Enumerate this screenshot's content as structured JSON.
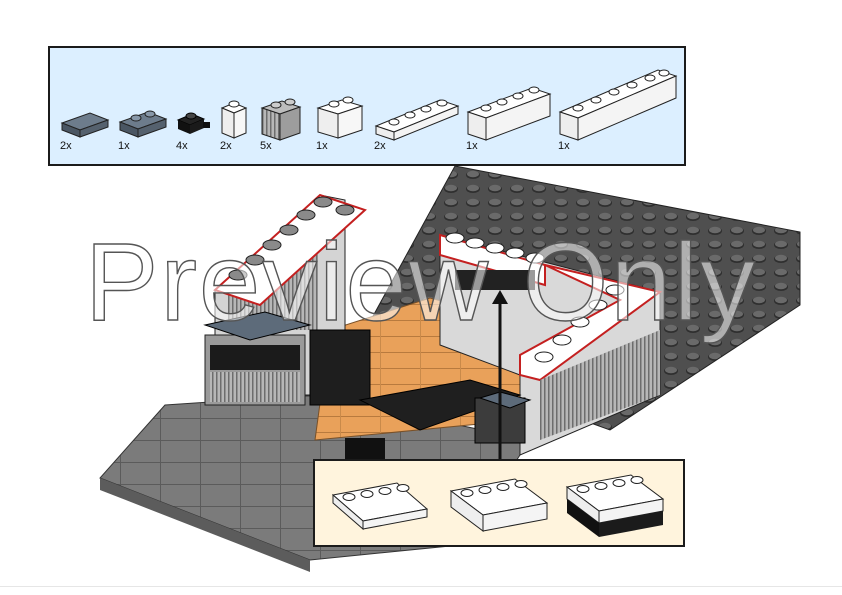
{
  "step_parts": [
    {
      "qty": "2x",
      "name": "dark-bluish-gray-tile-1x2"
    },
    {
      "qty": "1x",
      "name": "dark-bluish-gray-plate-1x2"
    },
    {
      "qty": "4x",
      "name": "black-plate-clip"
    },
    {
      "qty": "2x",
      "name": "white-brick-1x1"
    },
    {
      "qty": "5x",
      "name": "light-gray-grille-brick-1x2"
    },
    {
      "qty": "1x",
      "name": "white-brick-1x2"
    },
    {
      "qty": "2x",
      "name": "white-plate-1x4"
    },
    {
      "qty": "1x",
      "name": "white-brick-1x4"
    },
    {
      "qty": "1x",
      "name": "white-brick-1x6"
    }
  ],
  "watermark": "Preview Only",
  "colors": {
    "parts_bg": "#dcefff",
    "sub_bg": "#fff4dd",
    "baseplate": "#4f4f4f",
    "floor": "#e9a15a",
    "highlight": "#d42020"
  }
}
